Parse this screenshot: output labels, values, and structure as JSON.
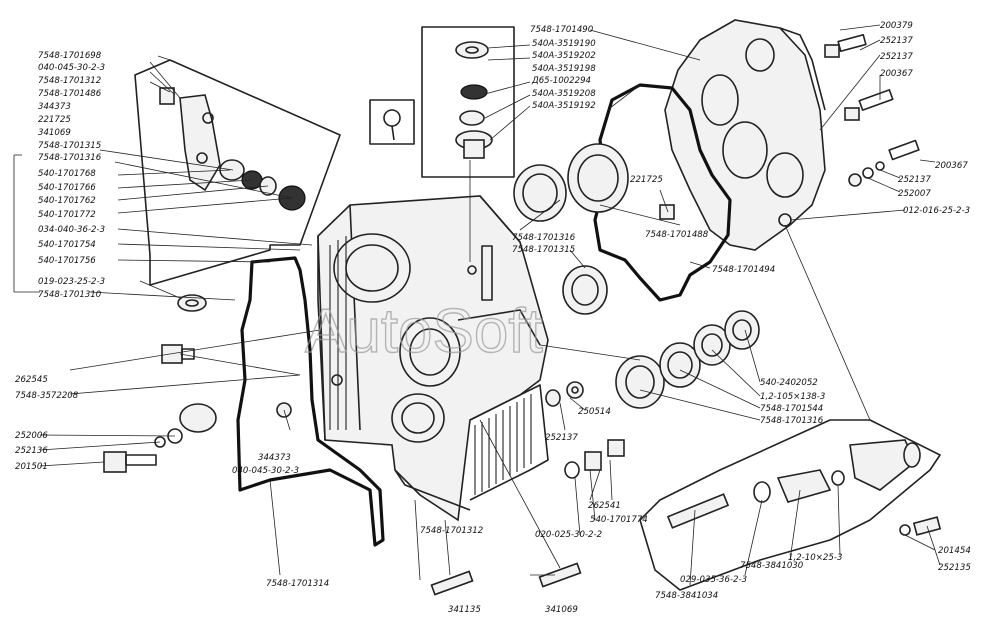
{
  "watermark": "AutoSoft",
  "labels": {
    "l01": "7548-1701698",
    "l02": "040-045-30-2-3",
    "l03": "7548-1701312",
    "l04": "7548-1701486",
    "l05": "344373",
    "l06": "221725",
    "l07": "341069",
    "l08": "7548-1701315",
    "l09": "7548-1701316",
    "l10": "540-1701768",
    "l11": "540-1701766",
    "l12": "540-1701762",
    "l13": "540-1701772",
    "l14": "034-040-36-2-3",
    "l15": "540-1701754",
    "l16": "540-1701756",
    "l17": "019-023-25-2-3",
    "l18": "7548-1701310",
    "l19": "262545",
    "l20": "7548-3572208",
    "l21": "252006",
    "l22": "252136",
    "l23": "201501",
    "l24": "344373",
    "l25": "040-045-30-2-3",
    "l26": "7548-1701314",
    "l27": "7548-1701312",
    "l28": "341135",
    "l29": "341069",
    "l30": "7548-1701490",
    "l31": "540A-3519190",
    "l32": "540A-3519202",
    "l33": "540A-3519198",
    "l34": "Д65-1002294",
    "l35": "540A-3519208",
    "l36": "540A-3519192",
    "l37": "200379",
    "l38": "252137",
    "l39": "252137",
    "l40": "200367",
    "l41": "221725",
    "l42": "7548-1701488",
    "l43": "7548-1701316",
    "l44": "7548-1701315",
    "l45": "7548-1701494",
    "l46": "200367",
    "l47": "252137",
    "l48": "252007",
    "l49": "012-016-25-2-3",
    "l50": "540-2402052",
    "l51": "1,2-105×138-3",
    "l52": "7548-1701544",
    "l53": "7548-1701316",
    "l54": "250514",
    "l55": "252137",
    "l56": "262541",
    "l57": "540-1701774",
    "l58": "020-025-30-2-2",
    "l59": "7548-3841030",
    "l60": "029-035-36-2-3",
    "l61": "7548-3841034",
    "l62": "1,2-10×25-3",
    "l63": "201454",
    "l64": "252135"
  }
}
